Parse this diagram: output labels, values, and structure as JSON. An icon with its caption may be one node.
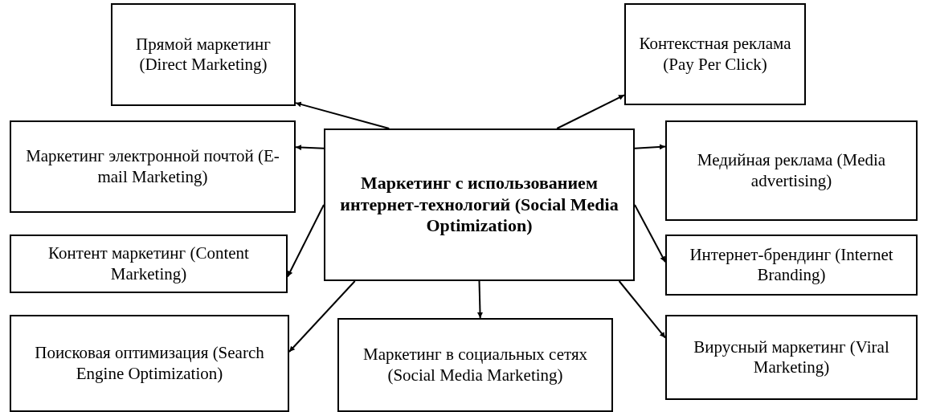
{
  "diagram": {
    "nodes": [
      {
        "text": [
          "Маркетинг с использованием интернет-технологий (Social Media Optimization)"
        ]
      },
      {
        "text": [
          "Прямой маркетинг (Direct Marketing)"
        ]
      },
      {
        "text": [
          "Контекстная реклама (Pay Per Click)"
        ]
      },
      {
        "text": [
          "Маркетинг электронной почтой (E-mail Marketing)"
        ]
      },
      {
        "text": [
          "Медийная реклама (Media advertising)"
        ]
      },
      {
        "text": [
          "Контент маркетинг (Content Marketing)"
        ]
      },
      {
        "text": [
          "Интернет-брендинг (Internet Branding)"
        ]
      },
      {
        "text": [
          "Поисковая оптимизация (Search Engine Optimization)"
        ]
      },
      {
        "text": [
          "Маркетинг в социальных сетях (Social Media Marketing)"
        ]
      },
      {
        "text": [
          "Вирусный маркетинг (Viral Marketing)"
        ]
      }
    ],
    "edges": [
      {
        "from": 0,
        "to": 1,
        "arrow": "to"
      },
      {
        "from": 0,
        "to": 2,
        "arrow": "to"
      },
      {
        "from": 0,
        "to": 3,
        "arrow": "to"
      },
      {
        "from": 0,
        "to": 4,
        "arrow": "to"
      },
      {
        "from": 0,
        "to": 5,
        "arrow": "to"
      },
      {
        "from": 0,
        "to": 6,
        "arrow": "to"
      },
      {
        "from": 0,
        "to": 7,
        "arrow": "to"
      },
      {
        "from": 0,
        "to": 8,
        "arrow": "to"
      },
      {
        "from": 0,
        "to": 9,
        "arrow": "to"
      }
    ]
  }
}
